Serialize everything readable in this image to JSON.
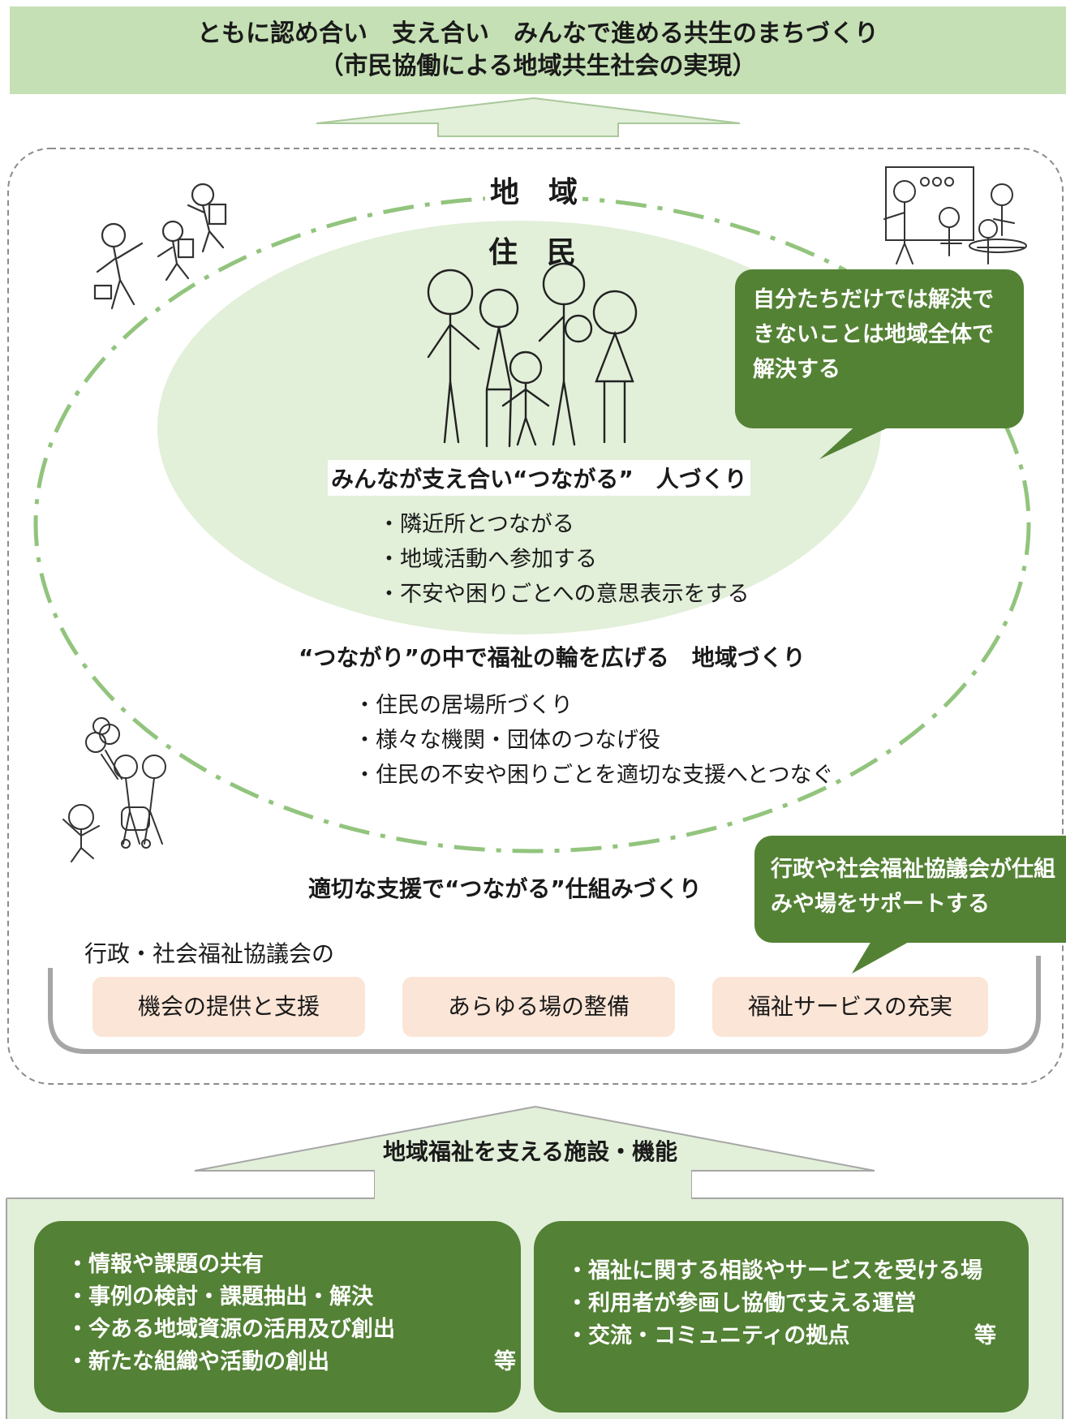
{
  "banner": {
    "line1": "ともに認め合い　支え合い　みんなで進める共生のまちづくり",
    "line2": "（市民協働による地域共生社会の実現）"
  },
  "region": {
    "label_area": "地　域",
    "label_residents": "住　民"
  },
  "people_section": {
    "heading": "みんなが支え合い“つながる”　人づくり",
    "bullets": [
      "・隣近所とつながる",
      "・地域活動へ参加する",
      "・不安や困りごとへの意思表示をする"
    ]
  },
  "community_section": {
    "heading": "“つながり”の中で福祉の輪を広げる　地域づくり",
    "bullets": [
      "・住民の居場所づくり",
      "・様々な機関・団体のつなげ役",
      "・住民の不安や困りごとを適切な支援へとつなぐ"
    ]
  },
  "bubble_top": {
    "lines": [
      "自分たちだけでは解決で",
      "きないことは地域全体で",
      "解決する"
    ]
  },
  "system_section": {
    "heading": "適切な支援で“つながる”仕組みづくり",
    "subtitle": "行政・社会福祉協議会の",
    "boxes": [
      "機会の提供と支援",
      "あらゆる場の整備",
      "福祉サービスの充実"
    ]
  },
  "bubble_bottom": {
    "lines": [
      "行政や社会福祉協議会が仕組",
      "みや場をサポートする"
    ]
  },
  "facilities": {
    "heading": "地域福祉を支える施設・機能",
    "left_card": {
      "lines": [
        "・情報や課題の共有",
        "・事例の検討・課題抽出・解決",
        "・今ある地域資源の活用及び創出",
        "・新たな組織や活動の創出"
      ],
      "suffix": "等"
    },
    "right_card": {
      "lines": [
        "・福祉に関する相談やサービスを受ける場",
        "・利用者が参画し協働で支える運営",
        "・交流・コミュニティの拠点"
      ],
      "suffix": "等"
    }
  },
  "colors": {
    "light_green": "#c5e0b4",
    "pale_green": "#e2efd9",
    "dark_green": "#548235",
    "peach": "#fbe5d6"
  },
  "illustrations": [
    "walking-children-icon",
    "family-group-icon",
    "meeting-presentation-icon",
    "family-with-stroller-icon"
  ]
}
